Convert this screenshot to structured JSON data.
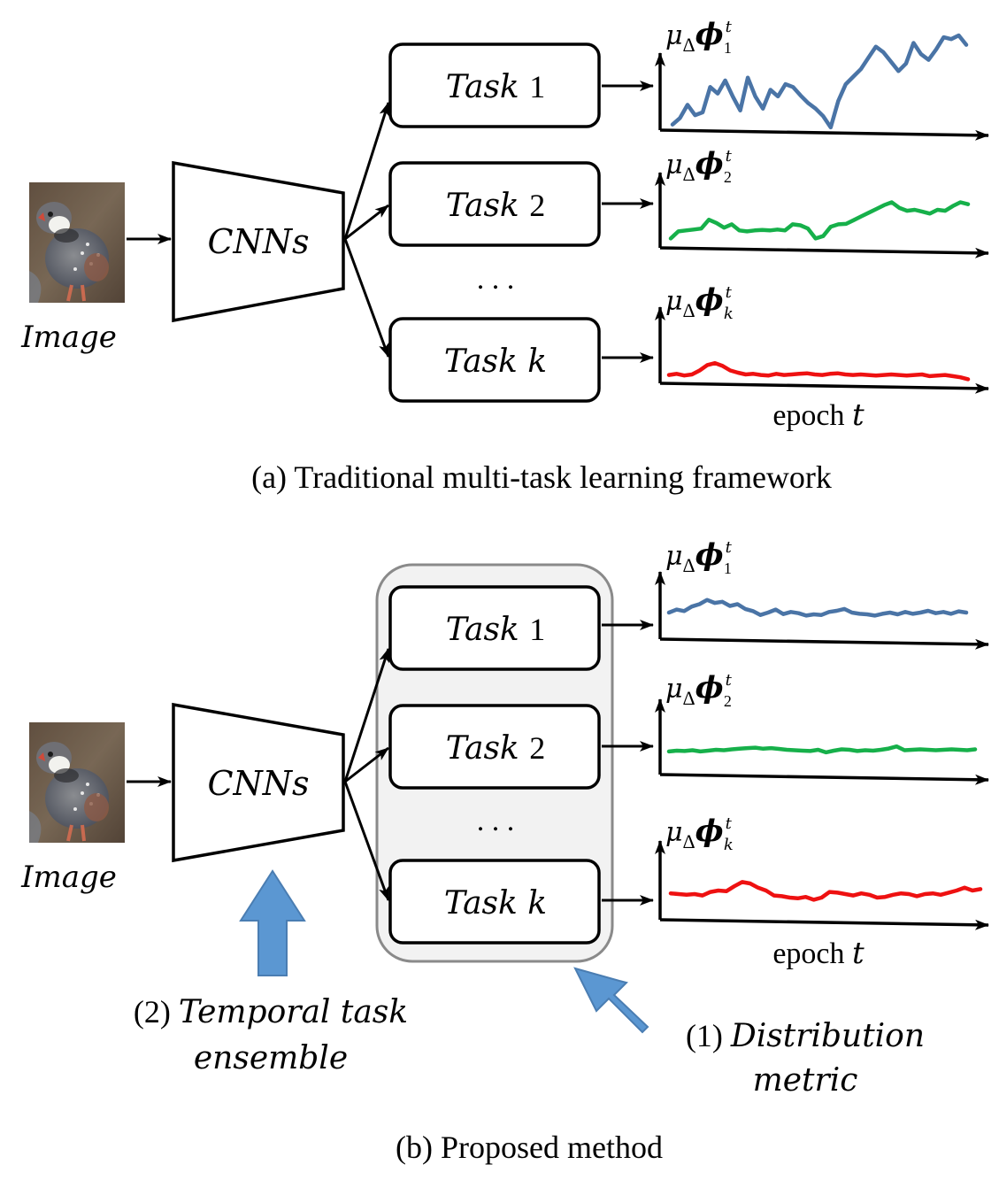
{
  "colors": {
    "task1": "#4a74a6",
    "task2": "#16b04a",
    "taskk": "#ee1111",
    "group_fill": "#f2f2f2",
    "group_stroke": "#8a8a8a",
    "big_arrow_fill": "#5b97d2",
    "big_arrow_stroke": "#4a7db2"
  },
  "icons": {
    "input_image": "partridge-bird-photo"
  },
  "panel_a": {
    "image_label": "Image",
    "backbone_label": "CNNs",
    "tasks": [
      {
        "prefix": "Task ",
        "index": "1"
      },
      {
        "prefix": "Task ",
        "index": "2"
      },
      {
        "prefix": "Task ",
        "index": "k"
      }
    ],
    "ellipsis": ". . .",
    "plots": [
      {
        "mu": "μ",
        "delta": "Δ",
        "phi": "ϕ",
        "sup": "t",
        "sub": "1",
        "values": [
          0.05,
          0.12,
          0.26,
          0.15,
          0.18,
          0.45,
          0.38,
          0.52,
          0.35,
          0.2,
          0.55,
          0.35,
          0.22,
          0.42,
          0.35,
          0.48,
          0.45,
          0.36,
          0.28,
          0.22,
          0.14,
          0.02,
          0.3,
          0.48,
          0.56,
          0.64,
          0.76,
          0.88,
          0.82,
          0.72,
          0.62,
          0.7,
          0.92,
          0.8,
          0.74,
          0.85,
          0.98,
          0.96,
          1.0,
          0.9
        ]
      },
      {
        "mu": "μ",
        "delta": "Δ",
        "phi": "ϕ",
        "sup": "t",
        "sub": "2",
        "values": [
          0.05,
          0.2,
          0.22,
          0.24,
          0.26,
          0.45,
          0.38,
          0.28,
          0.35,
          0.22,
          0.2,
          0.22,
          0.23,
          0.22,
          0.24,
          0.22,
          0.35,
          0.33,
          0.26,
          0.05,
          0.1,
          0.3,
          0.35,
          0.36,
          0.44,
          0.52,
          0.6,
          0.68,
          0.76,
          0.82,
          0.7,
          0.64,
          0.66,
          0.62,
          0.58,
          0.66,
          0.64,
          0.74,
          0.82,
          0.78
        ]
      },
      {
        "mu": "μ",
        "delta": "Δ",
        "phi": "ϕ",
        "sup": "t",
        "sub": "k",
        "values": [
          0.2,
          0.24,
          0.18,
          0.22,
          0.36,
          0.55,
          0.62,
          0.52,
          0.36,
          0.28,
          0.22,
          0.24,
          0.2,
          0.18,
          0.24,
          0.2,
          0.22,
          0.24,
          0.26,
          0.22,
          0.2,
          0.24,
          0.26,
          0.22,
          0.2,
          0.22,
          0.2,
          0.18,
          0.2,
          0.22,
          0.2,
          0.18,
          0.2,
          0.22,
          0.16,
          0.18,
          0.2,
          0.16,
          0.12,
          0.05
        ]
      }
    ],
    "epoch_prefix": "epoch ",
    "epoch_var": "t",
    "caption": "(a) Traditional multi-task learning framework"
  },
  "panel_b": {
    "image_label": "Image",
    "backbone_label": "CNNs",
    "tasks": [
      {
        "prefix": "Task ",
        "index": "1"
      },
      {
        "prefix": "Task ",
        "index": "2"
      },
      {
        "prefix": "Task ",
        "index": "k"
      }
    ],
    "ellipsis": ". . .",
    "plots": [
      {
        "mu": "μ",
        "delta": "Δ",
        "phi": "ϕ",
        "sup": "t",
        "sub": "1",
        "values": [
          0.5,
          0.6,
          0.55,
          0.7,
          0.78,
          0.92,
          0.82,
          0.86,
          0.72,
          0.78,
          0.62,
          0.55,
          0.42,
          0.5,
          0.6,
          0.45,
          0.52,
          0.48,
          0.4,
          0.44,
          0.42,
          0.52,
          0.56,
          0.62,
          0.5,
          0.46,
          0.44,
          0.4,
          0.46,
          0.5,
          0.44,
          0.52,
          0.46,
          0.5,
          0.56,
          0.48,
          0.52,
          0.46,
          0.54,
          0.5
        ]
      },
      {
        "mu": "μ",
        "delta": "Δ",
        "phi": "ϕ",
        "sup": "t",
        "sub": "2",
        "values": [
          0.42,
          0.46,
          0.44,
          0.48,
          0.42,
          0.46,
          0.5,
          0.48,
          0.52,
          0.55,
          0.58,
          0.6,
          0.55,
          0.58,
          0.54,
          0.5,
          0.48,
          0.46,
          0.44,
          0.5,
          0.38,
          0.46,
          0.52,
          0.5,
          0.44,
          0.48,
          0.46,
          0.5,
          0.56,
          0.66,
          0.48,
          0.5,
          0.52,
          0.5,
          0.48,
          0.5,
          0.52,
          0.5,
          0.48,
          0.52
        ]
      },
      {
        "mu": "μ",
        "delta": "Δ",
        "phi": "ϕ",
        "sup": "t",
        "sub": "k",
        "values": [
          0.42,
          0.4,
          0.38,
          0.4,
          0.36,
          0.46,
          0.5,
          0.48,
          0.62,
          0.74,
          0.7,
          0.58,
          0.5,
          0.36,
          0.34,
          0.3,
          0.28,
          0.32,
          0.24,
          0.3,
          0.46,
          0.44,
          0.4,
          0.36,
          0.42,
          0.38,
          0.3,
          0.32,
          0.38,
          0.42,
          0.4,
          0.34,
          0.4,
          0.42,
          0.38,
          0.44,
          0.5,
          0.58,
          0.5,
          0.54
        ]
      }
    ],
    "epoch_prefix": "epoch ",
    "epoch_var": "t",
    "annotation_1": {
      "number": "(1) ",
      "line1": "Distribution",
      "line2": "metric"
    },
    "annotation_2": {
      "number": "(2) ",
      "line1": "Temporal task",
      "line2": "ensemble"
    },
    "caption": "(b) Proposed method"
  }
}
